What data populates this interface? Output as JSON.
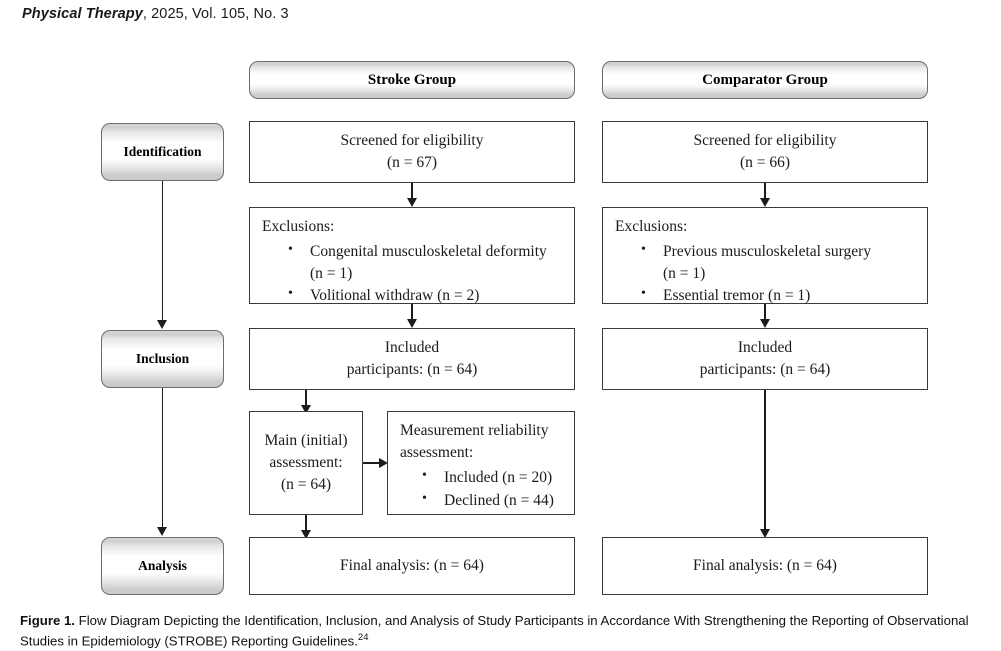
{
  "journal_header": {
    "italic_part": "Physical Therapy",
    "rest_part": ", 2025, Vol. 105, No. 3"
  },
  "columns": {
    "stroke": {
      "header": "Stroke Group"
    },
    "comparator": {
      "header": "Comparator Group"
    }
  },
  "stages": [
    {
      "label": "Identification"
    },
    {
      "label": "Inclusion"
    },
    {
      "label": "Analysis"
    }
  ],
  "stroke_flow": {
    "screened_line1": "Screened for eligibility",
    "screened_line2": "(n = 67)",
    "exclusions_title": "Exclusions:",
    "exclusions_items": [
      {
        "text": "Congenital musculoskeletal deformity",
        "continuation": "(n = 1)"
      },
      {
        "text": "Volitional withdraw (n = 2)",
        "continuation": ""
      }
    ],
    "included_line1": "Included",
    "included_line2": "participants: (n = 64)",
    "main_assessment_line1": "Main (initial)",
    "main_assessment_line2": "assessment:",
    "main_assessment_line3": "(n = 64)",
    "reliability_line1": "Measurement reliability",
    "reliability_line2": "assessment:",
    "reliability_items": [
      {
        "text": "Included (n = 20)"
      },
      {
        "text": "Declined (n = 44)"
      }
    ],
    "final_analysis": "Final analysis: (n = 64)"
  },
  "comparator_flow": {
    "screened_line1": "Screened for eligibility",
    "screened_line2": "(n = 66)",
    "exclusions_title": "Exclusions:",
    "exclusions_items": [
      {
        "text": "Previous musculoskeletal surgery",
        "continuation": "(n = 1)"
      },
      {
        "text": "Essential tremor (n = 1)",
        "continuation": ""
      }
    ],
    "included_line1": "Included",
    "included_line2": "participants: (n = 64)",
    "final_analysis": "Final analysis: (n = 64)"
  },
  "caption": {
    "label": "Figure 1.",
    "text": " Flow Diagram Depicting the Identification, Inclusion, and Analysis of Study Participants in Accordance With Strengthening the Reporting of Observational Studies in Epidemiology (STROBE) Reporting Guidelines.",
    "superscript": "24"
  },
  "colors": {
    "box_border": "#3a3a3a",
    "capsule_border": "#6d6d6d",
    "connector": "#1d1d1d",
    "text": "#1b1b1b"
  }
}
